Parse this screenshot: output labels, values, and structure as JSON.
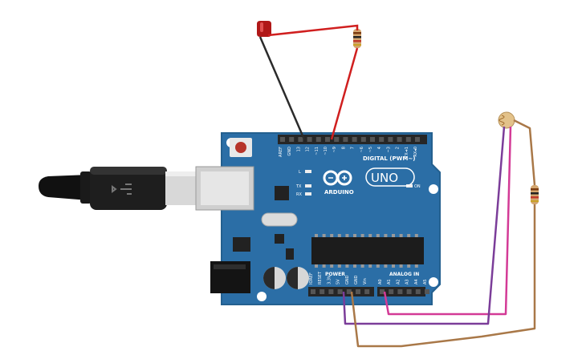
{
  "board": {
    "digital_label": "DIGITAL (PWM~)",
    "digital_pins": [
      "AREF",
      "GND",
      "13",
      "12",
      "~11",
      "~10",
      "~9",
      "8",
      "7",
      "~6",
      "~5",
      "4",
      "~3",
      "2",
      "TX➜1",
      "RX◂0"
    ],
    "led_l": "L",
    "led_tx": "TX",
    "led_rx": "RX",
    "brand": "ARDUINO",
    "model": "UNO",
    "on_label": "ON",
    "power_label": "POWER",
    "analog_label": "ANALOG IN",
    "power_pins": [
      "IOREF",
      "RESET",
      "3.3V",
      "5V",
      "GND",
      "GND",
      "Vin"
    ],
    "analog_pins": [
      "A0",
      "A1",
      "A2",
      "A3",
      "A4",
      "A5"
    ]
  },
  "colors": {
    "board": "#2b6ea6",
    "board_edge": "#24608f",
    "header": "#262626",
    "wire_red": "#d01f1f",
    "wire_black": "#2b2b2b",
    "wire_purple": "#7b3d99",
    "wire_magenta": "#d33a96",
    "wire_brown": "#a97848",
    "led": "#b01818"
  },
  "icons": [
    "usb-plug-icon",
    "led-icon",
    "resistor-icon",
    "photoresistor-icon",
    "arduino-logo-icon"
  ]
}
